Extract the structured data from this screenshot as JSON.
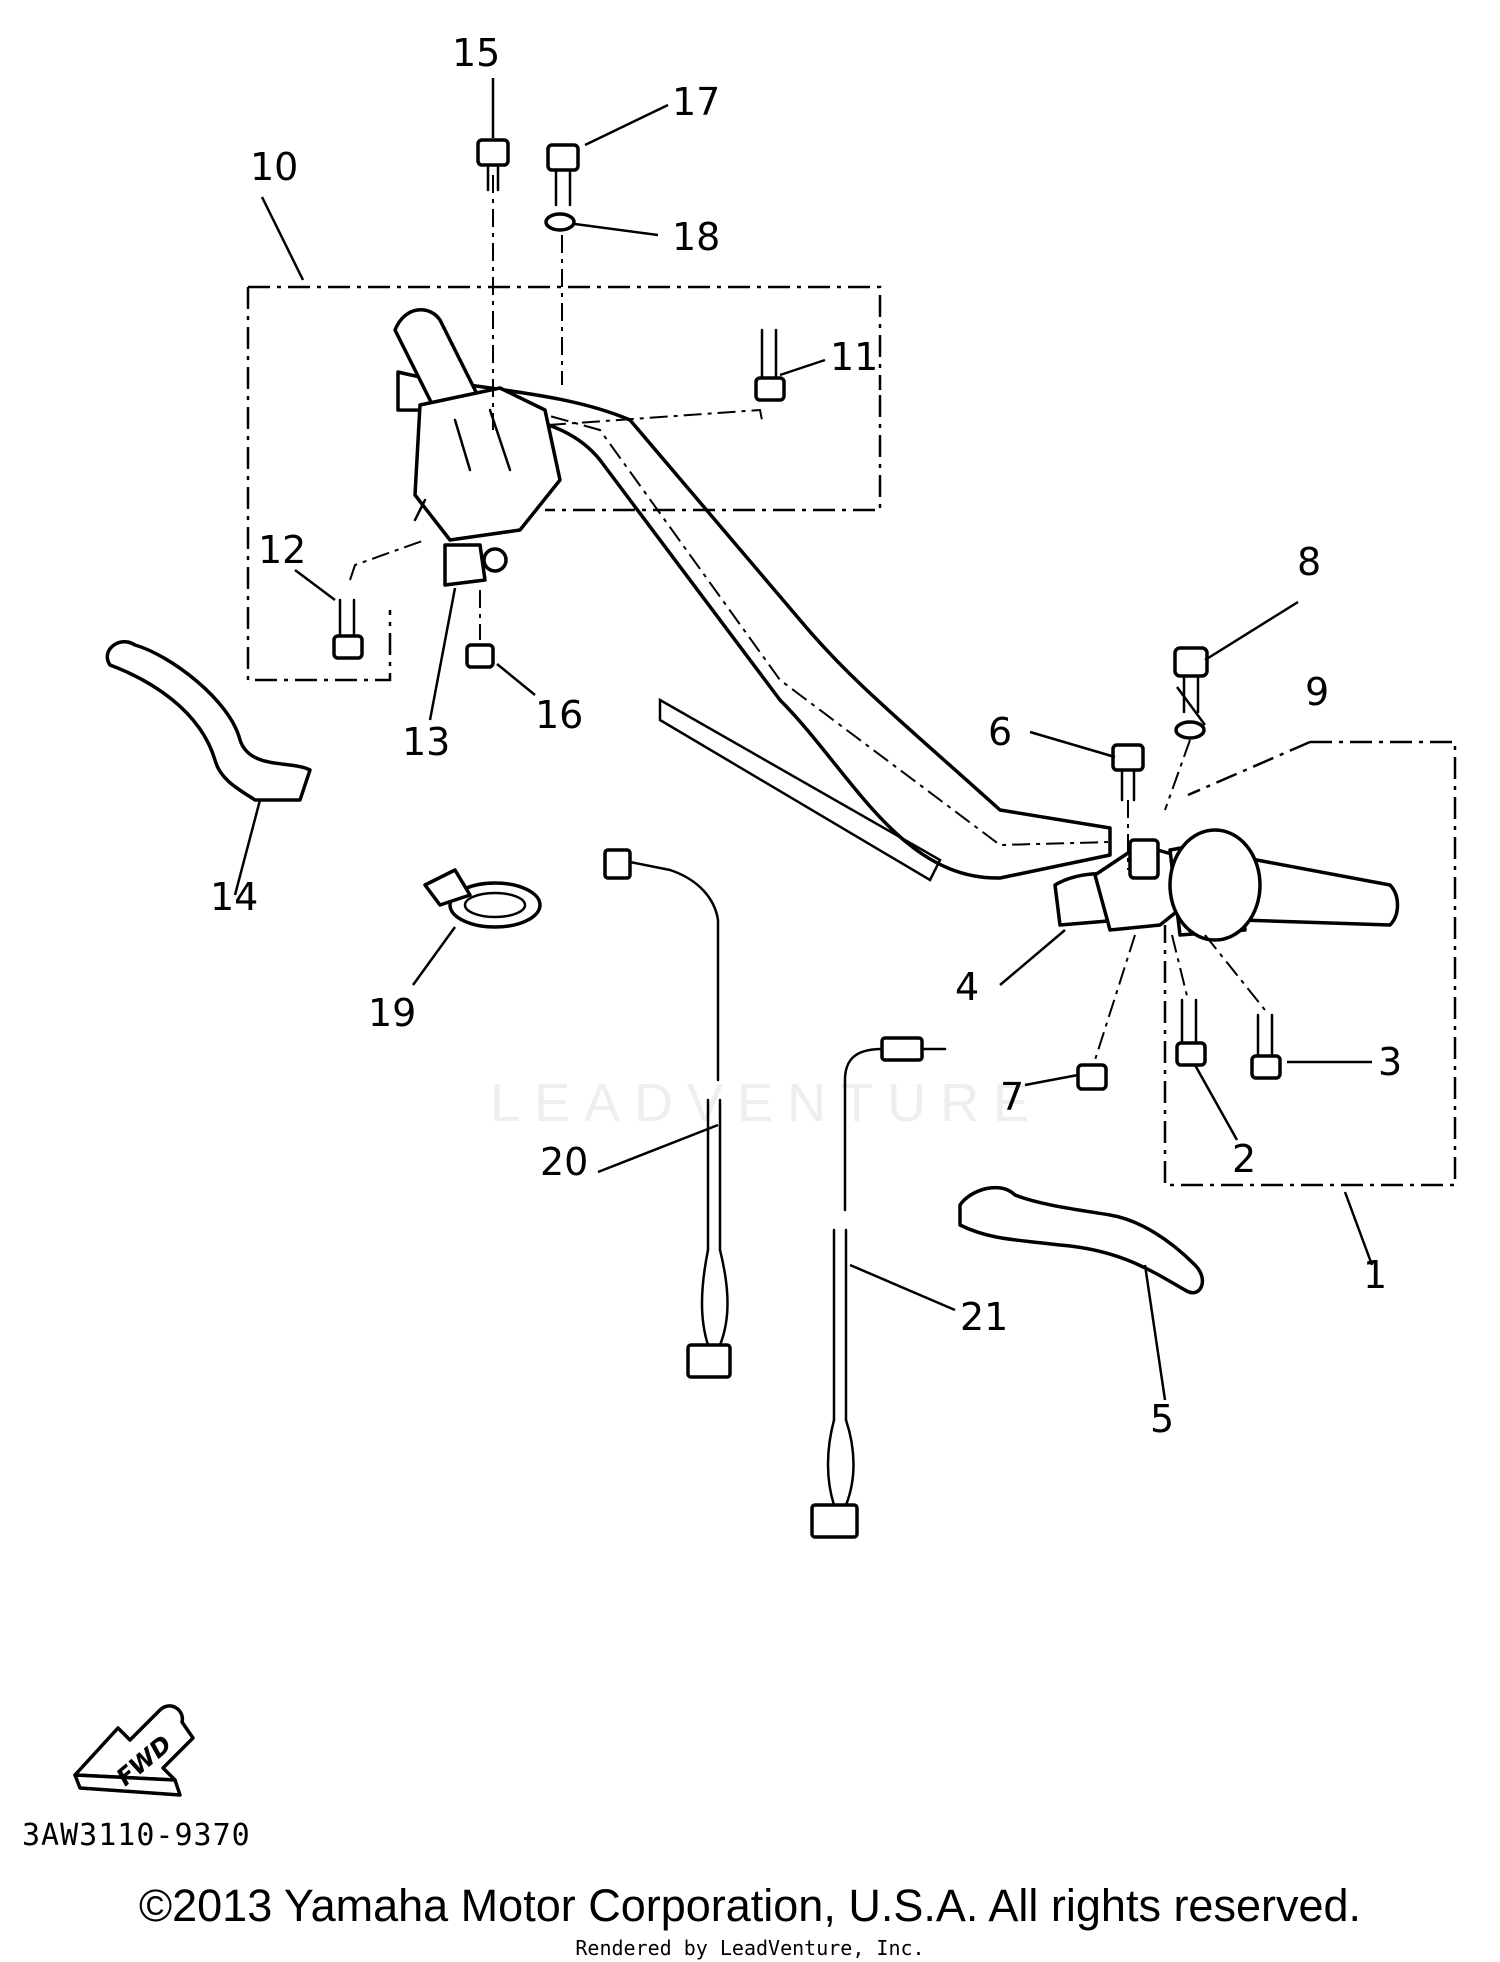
{
  "diagram": {
    "callouts": [
      "1",
      "2",
      "3",
      "4",
      "5",
      "6",
      "7",
      "8",
      "9",
      "10",
      "11",
      "12",
      "13",
      "14",
      "15",
      "16",
      "17",
      "18",
      "19",
      "20",
      "21"
    ],
    "fwd_label": "FWD",
    "diagram_code": "3AW3110-9370"
  },
  "footer": {
    "copyright": "©2013 Yamaha Motor Corporation, U.S.A. All rights reserved.",
    "rendered_by": "Rendered by LeadVenture, Inc."
  },
  "watermark": {
    "text": "LEADVENTURE"
  },
  "colors": {
    "ink": "#000000",
    "background": "#ffffff",
    "watermark": "#eeeeee"
  }
}
